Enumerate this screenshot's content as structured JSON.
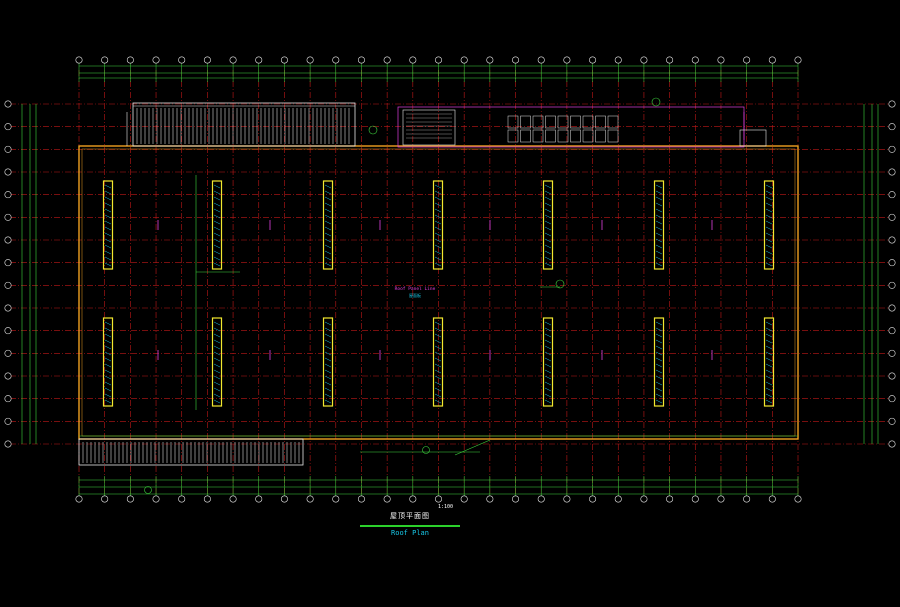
{
  "title": {
    "chinese": "屋顶平面图",
    "scale": "1:100",
    "english": "Roof Plan"
  },
  "annotations": {
    "center_label": "Roof Panel Line",
    "center_sub": "屋面板"
  },
  "column_grid": {
    "count": 29
  },
  "row_grid": {
    "count": 16
  },
  "skylight_columns": {
    "count": 7,
    "rows": 2
  },
  "colors": {
    "background": "#000000",
    "grid_red": "#c01818",
    "dim_green": "#3fd83f",
    "outline_orange": "#f0a020",
    "skylight_yellow": "#f2e830",
    "hatch_white": "#d8d8d8",
    "text_magenta": "#e040e0",
    "cyan": "#18c8e8"
  }
}
